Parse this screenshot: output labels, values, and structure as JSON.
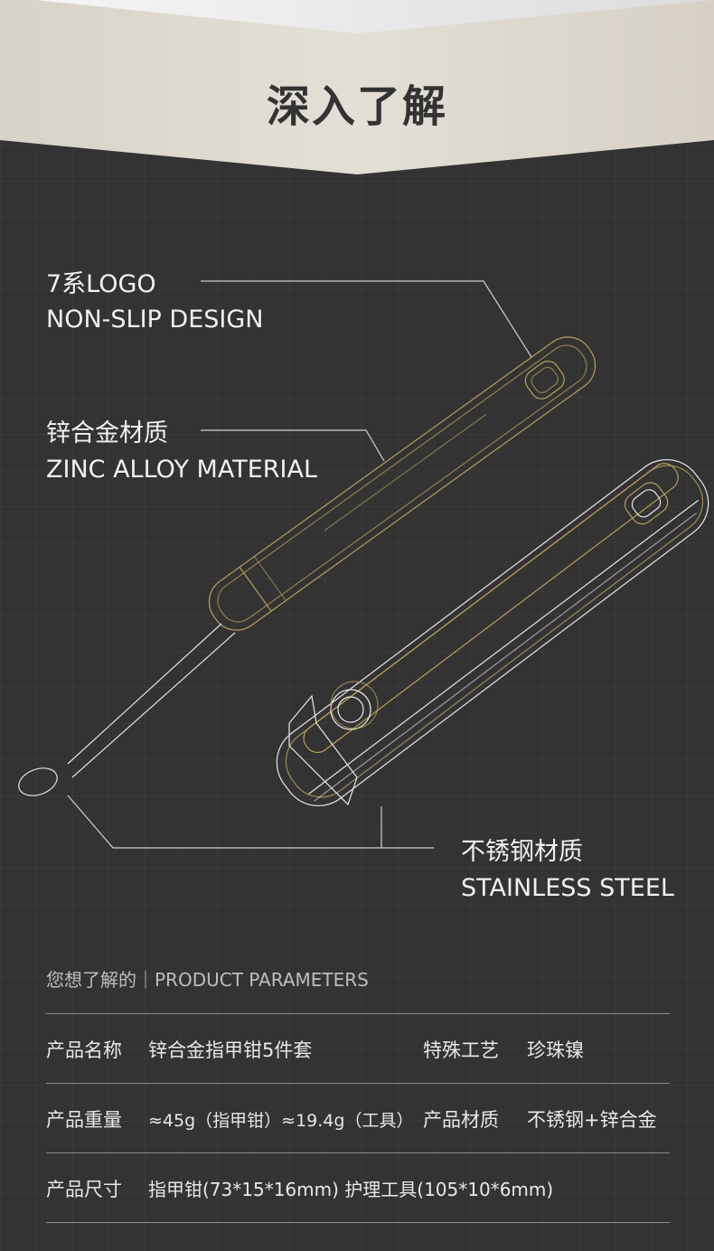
{
  "header": {
    "title": "深入了解"
  },
  "callouts": [
    {
      "cn": "7系LOGO",
      "en": "NON-SLIP DESIGN"
    },
    {
      "cn": "锌合金材质",
      "en": "ZINC ALLOY MATERIAL"
    },
    {
      "cn": "不锈钢材质",
      "en": "STAINLESS STEEL"
    }
  ],
  "params": {
    "heading": "您想了解的｜PRODUCT PARAMETERS",
    "rows": [
      {
        "k1": "产品名称",
        "v1": "锌合金指甲钳5件套",
        "k2": "特殊工艺",
        "v2": "珍珠镍"
      },
      {
        "k1": "产品重量",
        "v1": "≈45g（指甲钳）≈19.4g（工具）",
        "k2": "产品材质",
        "v2": "不锈钢+锌合金"
      },
      {
        "k1": "产品尺寸",
        "v1": "指甲钳(73*15*16mm)  护理工具(105*10*6mm)"
      }
    ]
  },
  "colors": {
    "background": "#333333",
    "banner": "#e0dcd3",
    "gold": "#b8a05a",
    "text": "#f0f0f0"
  }
}
